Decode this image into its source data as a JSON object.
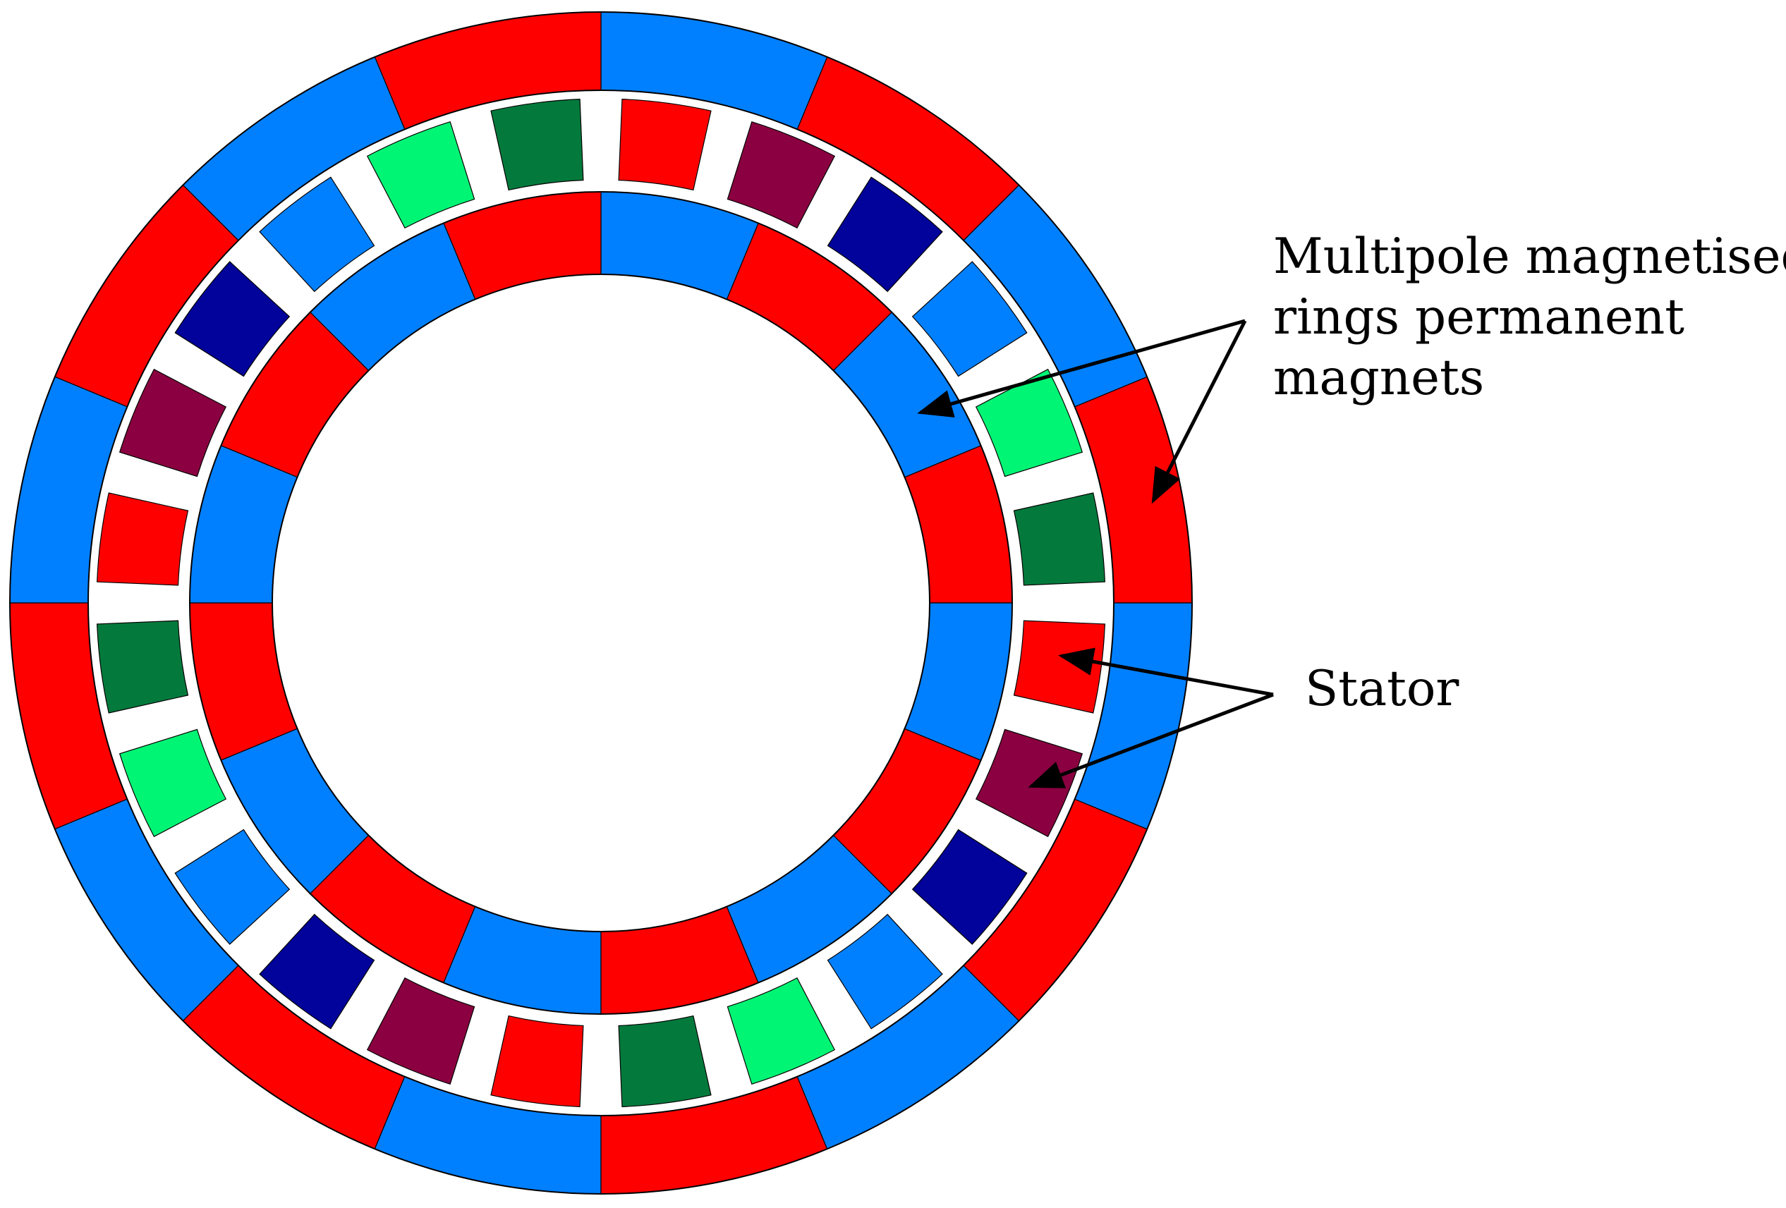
{
  "labels": {
    "rings_line1": "Multipole magnetised",
    "rings_line2": "rings permanent",
    "rings_line3": "magnets",
    "stator": "Stator"
  },
  "colors": {
    "red": "#ff0000",
    "blue": "#0080ff",
    "dark_green": "#037a3c",
    "light_green": "#00f574",
    "navy": "#02039a",
    "maroon": "#8a0040",
    "outline": "#000000"
  },
  "outer_ring": {
    "segments": 16,
    "colors": [
      "red",
      "blue",
      "red",
      "blue",
      "red",
      "blue",
      "red",
      "blue",
      "red",
      "blue",
      "red",
      "blue",
      "red",
      "blue",
      "red",
      "blue"
    ]
  },
  "inner_ring": {
    "segments": 16,
    "colors": [
      "red",
      "blue",
      "red",
      "blue",
      "red",
      "blue",
      "red",
      "blue",
      "red",
      "blue",
      "red",
      "blue",
      "red",
      "blue",
      "red",
      "blue"
    ]
  },
  "stator_slots": {
    "count": 24,
    "colors": [
      "red",
      "dark_green",
      "light_green",
      "blue",
      "navy",
      "maroon",
      "red",
      "dark_green",
      "light_green",
      "blue",
      "navy",
      "maroon",
      "red",
      "dark_green",
      "light_green",
      "blue",
      "navy",
      "maroon",
      "red",
      "dark_green",
      "light_green",
      "blue",
      "navy",
      "maroon"
    ]
  }
}
